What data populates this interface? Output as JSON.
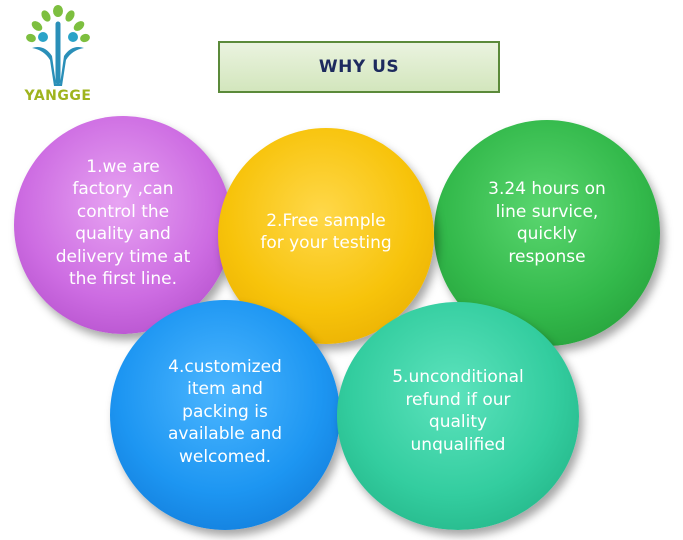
{
  "brand": {
    "name": "YANGGE",
    "logo_icon": "tree-people-logo"
  },
  "banner": {
    "title": "WHY US"
  },
  "reasons": [
    {
      "text": "1.we are\nfactory ,can\ncontrol the\nquality and\ndelivery time at\nthe first line.",
      "color": "#cd6ce2"
    },
    {
      "text": "2.Free sample\nfor your testing",
      "color": "#f7c30a"
    },
    {
      "text": "3.24 hours on\nline survice,\nquickly\nresponse",
      "color": "#33b94b"
    },
    {
      "text": "4.customized\nitem and\npacking is\navailable and\nwelcomed.",
      "color": "#1d96f2"
    },
    {
      "text": "5.unconditional\nrefund if our\nquality\nunqualified",
      "color": "#33cd9f"
    }
  ]
}
